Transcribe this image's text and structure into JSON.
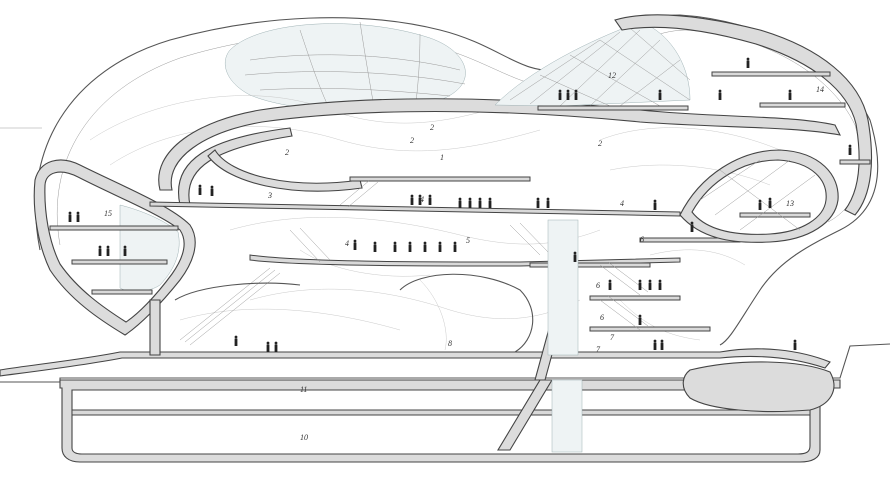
{
  "drawing": {
    "room_labels": [
      "1",
      "2",
      "2",
      "2",
      "2",
      "3",
      "4",
      "4",
      "4",
      "5",
      "6",
      "6",
      "6",
      "7",
      "7",
      "8",
      "10",
      "11",
      "12",
      "13",
      "14",
      "15"
    ]
  }
}
